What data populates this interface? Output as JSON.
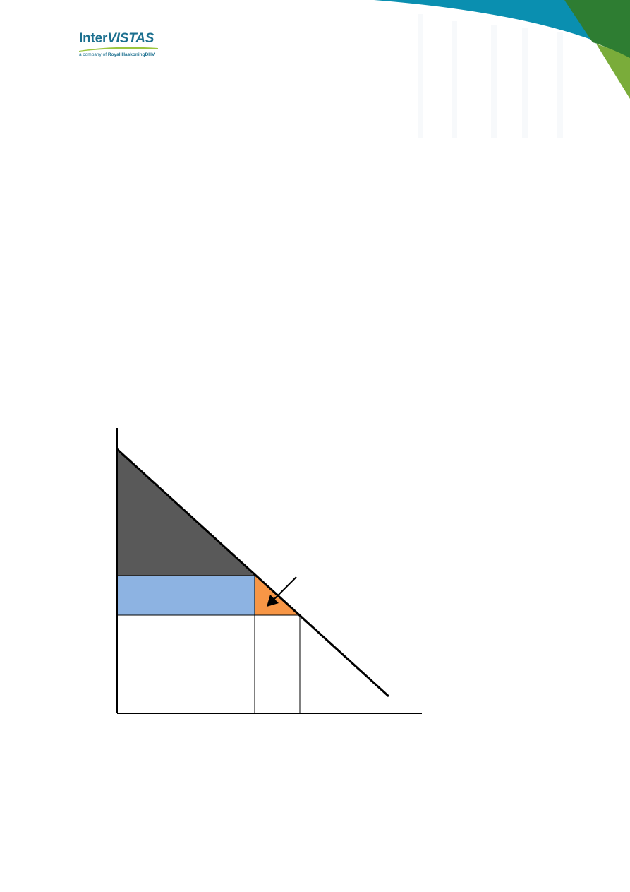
{
  "header": {
    "logo": {
      "name_part_a": "Inter",
      "name_part_b": "VISTAS",
      "tagline_prefix": "a company of",
      "tagline_brand": "Royal HaskoningDHV"
    },
    "corner_colors": {
      "teal": "#0a8fb0",
      "green_dark": "#2e7d32",
      "green_light": "#7aac3a"
    }
  },
  "diagram": {
    "colors": {
      "upper_triangle": "#595959",
      "rectangle": "#8db3e2",
      "small_triangle": "#f79646",
      "lines": "#000000"
    }
  }
}
